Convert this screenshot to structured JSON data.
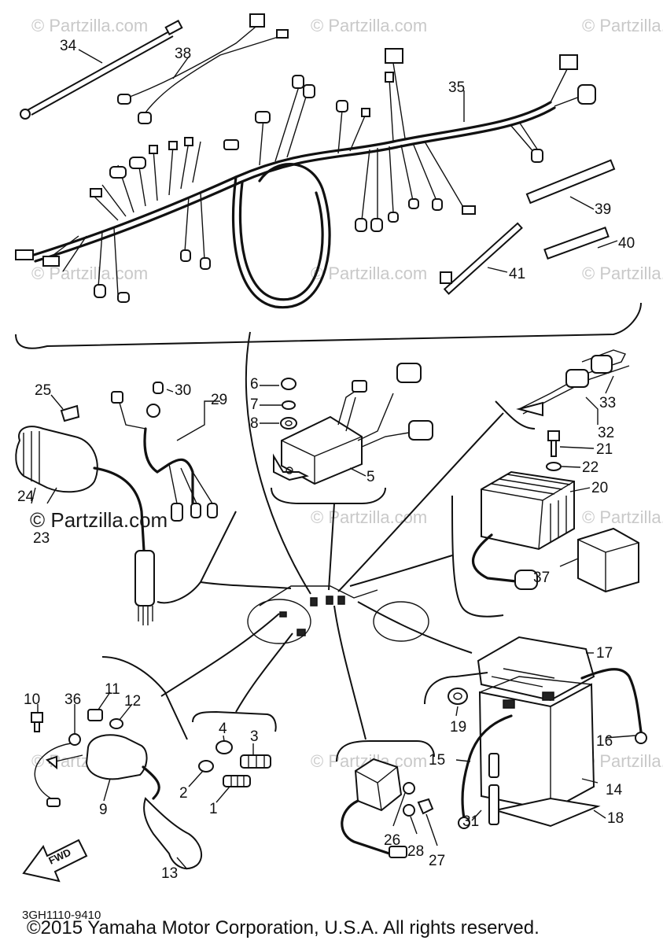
{
  "diagram": {
    "callouts": [
      "1",
      "2",
      "3",
      "4",
      "5",
      "6",
      "7",
      "8",
      "9",
      "10",
      "11",
      "12",
      "13",
      "14",
      "15",
      "16",
      "17",
      "18",
      "19",
      "20",
      "21",
      "22",
      "23",
      "24",
      "25",
      "26",
      "27",
      "28",
      "29",
      "30",
      "31",
      "32",
      "33",
      "34",
      "35",
      "36",
      "37",
      "38",
      "39",
      "40",
      "41"
    ],
    "watermark": "© Partzilla.com",
    "fwd_label": "FWD",
    "drawing_code": "3GH1110-9410",
    "copyright": "©2015 Yamaha Motor Corporation, U.S.A. All rights reserved."
  }
}
